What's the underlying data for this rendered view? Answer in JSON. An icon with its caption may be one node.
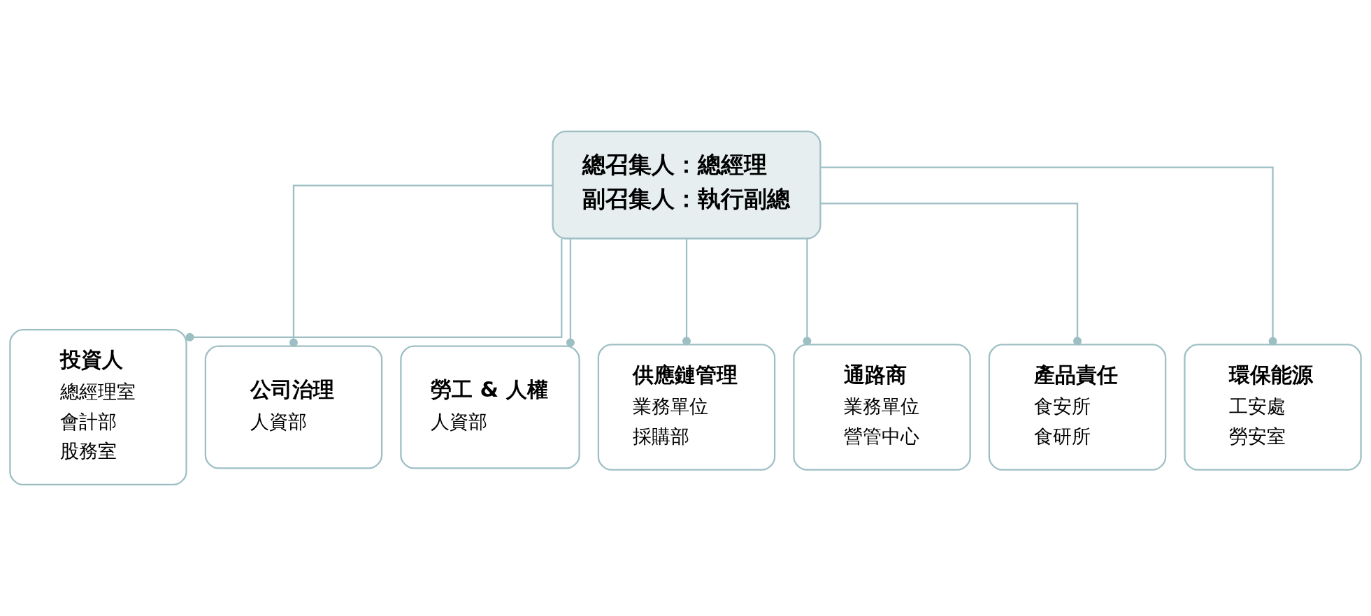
{
  "diagram": {
    "nodes": [
      {
        "text": [
          "總召集人：總經理",
          "副召集人：執行副總"
        ]
      },
      {
        "text": [
          "投資人",
          "總經理室",
          "會計部",
          "股務室"
        ]
      },
      {
        "text": [
          "公司治理",
          "人資部"
        ]
      },
      {
        "text": [
          "勞工 & 人權",
          "人資部"
        ]
      },
      {
        "text": [
          "供應鏈管理",
          "業務單位",
          "採購部"
        ]
      },
      {
        "text": [
          "通路商",
          "業務單位",
          "營管中心"
        ]
      },
      {
        "text": [
          "產品責任",
          "食安所",
          "食研所"
        ]
      },
      {
        "text": [
          "環保能源",
          "工安處",
          "勞安室"
        ]
      }
    ],
    "edges": [
      {
        "from": 0,
        "to": 1,
        "arrow": "other"
      },
      {
        "from": 0,
        "to": 2,
        "arrow": "other"
      },
      {
        "from": 0,
        "to": 3,
        "arrow": "other"
      },
      {
        "from": 0,
        "to": 4,
        "arrow": "other"
      },
      {
        "from": 0,
        "to": 5,
        "arrow": "other"
      },
      {
        "from": 0,
        "to": 6,
        "arrow": "other"
      },
      {
        "from": 0,
        "to": 7,
        "arrow": "other"
      }
    ]
  }
}
